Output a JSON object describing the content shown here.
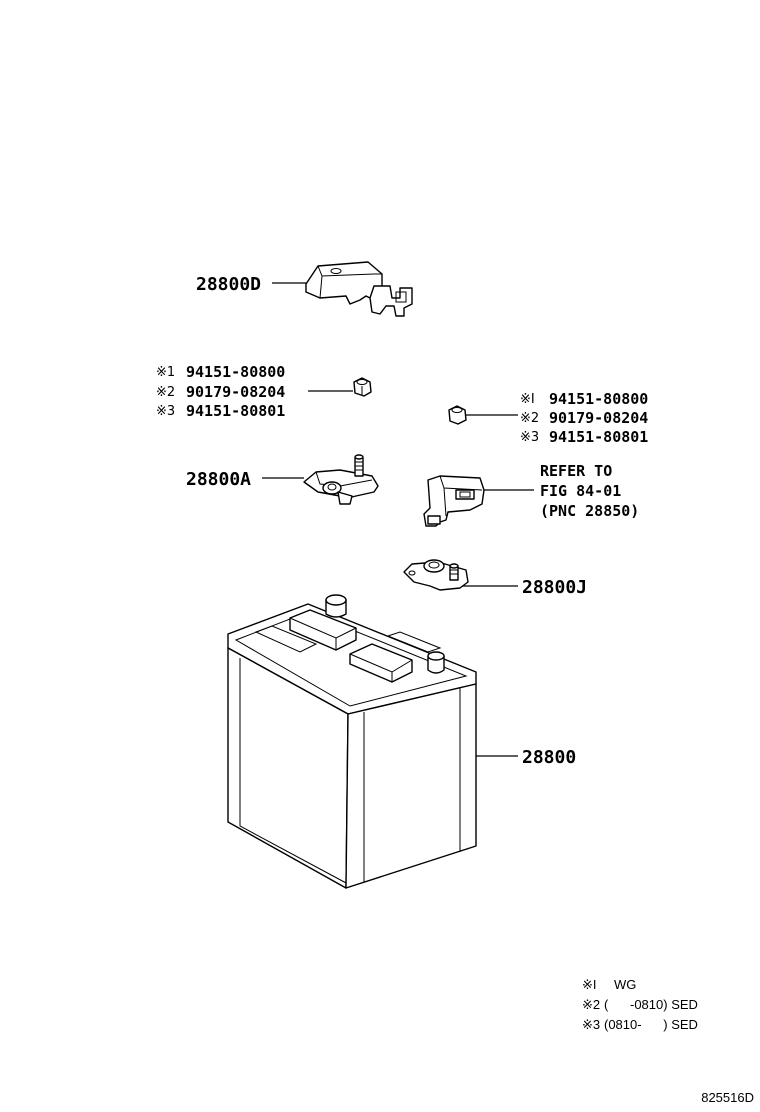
{
  "parts": {
    "cover": "28800D",
    "terminal_a": "28800A",
    "terminal_j": "28800J",
    "battery": "28800"
  },
  "nut_left": {
    "rows": [
      {
        "mark": "※1",
        "number": "94151-80800"
      },
      {
        "mark": "※2",
        "number": "90179-08204"
      },
      {
        "mark": "※3",
        "number": "94151-80801"
      }
    ]
  },
  "nut_right": {
    "rows": [
      {
        "mark": "※I",
        "number": "94151-80800"
      },
      {
        "mark": "※2",
        "number": "90179-08204"
      },
      {
        "mark": "※3",
        "number": "94151-80801"
      }
    ]
  },
  "refer": {
    "line1": "REFER TO",
    "line2": "FIG 84-01",
    "line3": "(PNC 28850)"
  },
  "legend": [
    {
      "mark": "※I",
      "text": "WG"
    },
    {
      "mark": "※2",
      "text": "(      -0810) SED"
    },
    {
      "mark": "※3",
      "text": "(0810-      ) SED"
    }
  ],
  "figure_code": "825516D"
}
